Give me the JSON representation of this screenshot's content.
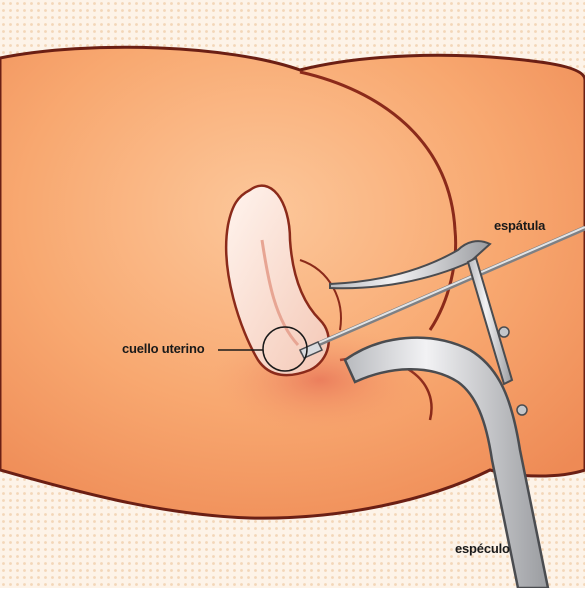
{
  "labels": {
    "spatula": "espátula",
    "cervix": "cuello uterino",
    "speculum": "espéculo"
  },
  "colors": {
    "background_dots": "#f6dcc0",
    "skin": "#f7a86e",
    "skin_shadow": "#e27a4a",
    "outline": "#6b1f14",
    "labia": "#fbe6dc",
    "metal": "#e8e8ea",
    "metal_dark": "#8a8c90"
  }
}
